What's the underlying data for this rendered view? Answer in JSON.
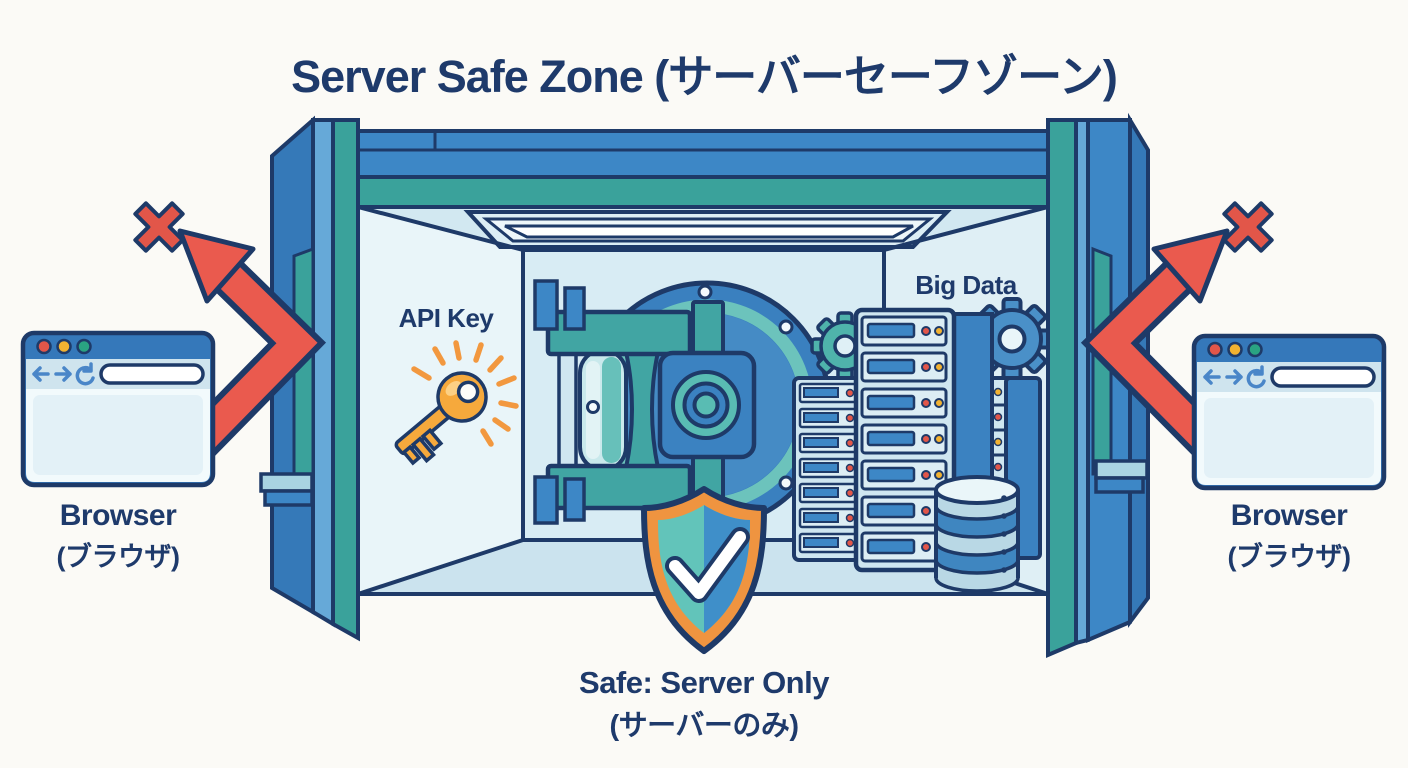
{
  "title": "Server Safe Zone (サーバーセーフゾーン)",
  "vault": {
    "api_key_label": "API Key",
    "big_data_label": "Big Data"
  },
  "browser_left": {
    "label": "Browser",
    "label_jp": "(ブラウザ)"
  },
  "browser_right": {
    "label": "Browser",
    "label_jp": "(ブラウザ)"
  },
  "caption": {
    "line1": "Safe: Server Only",
    "line2": "(サーバーのみ)"
  },
  "colors": {
    "background": "#fbfaf6",
    "outline_navy": "#1e3a68",
    "text_navy": "#1e3a6b",
    "frame_blue": "#3d87c6",
    "frame_teal": "#3aa29b",
    "door_blue": "#3a80bf",
    "door_ring_teal": "#6cc3bc",
    "arrow_red": "#ea5a4e",
    "shield_orange": "#ef9440",
    "shield_teal": "#62c4ba",
    "shield_blue": "#3f8fc9",
    "key_gold": "#f6a93c",
    "status_red": "#e25649",
    "status_yellow": "#f2b231",
    "status_green": "#2aa382"
  },
  "icons": {
    "key": "key-icon",
    "shield_check": "shield-check-icon",
    "vault_door": "vault-door-icon",
    "server_rack": "server-rack-icon",
    "database": "database-icon",
    "gear": "gear-icon",
    "browser_window": "browser-window-icon",
    "blocked_arrow": "blocked-arrow-icon",
    "x_mark": "x-mark-icon"
  }
}
